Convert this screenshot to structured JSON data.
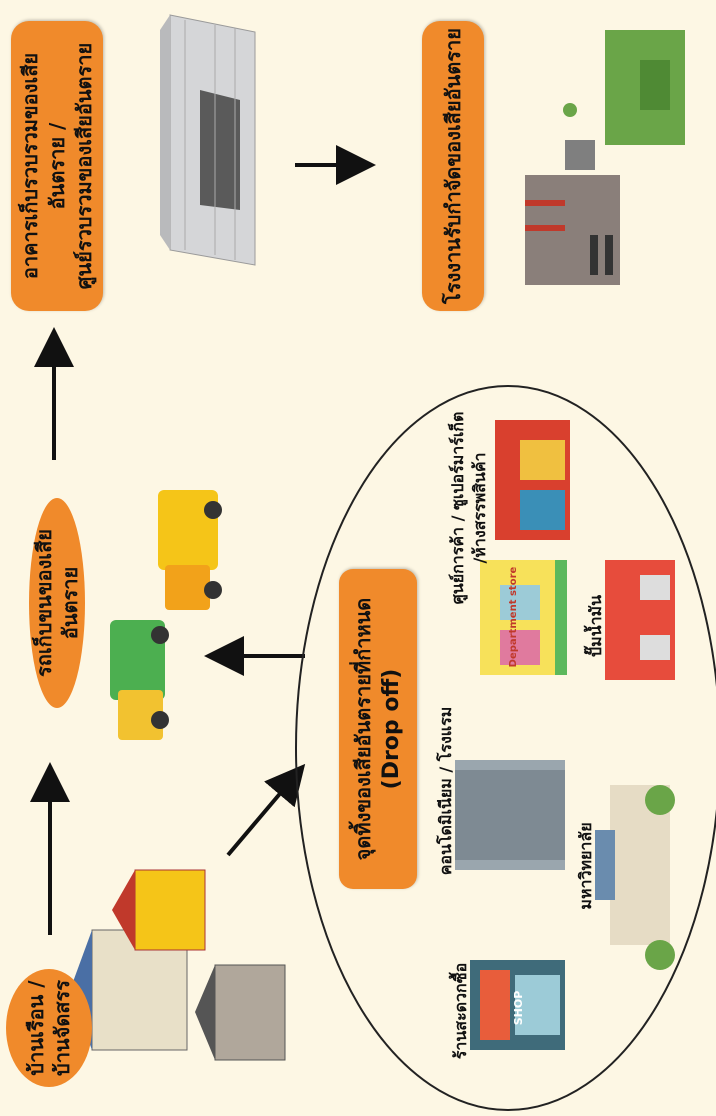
{
  "nodes": {
    "household": {
      "line1": "บ้านเรือน /",
      "line2": "บ้านจัดสรร"
    },
    "collection_truck": "รถเก็บขนของเสียอันตราย",
    "storage_building": {
      "line1": "อาคารเก็บรวบรวมของเสียอันตราย /",
      "line2": "ศูนย์รวบรวมของเสียอันตราย"
    },
    "disposal_plant": "โรงงานรับกำจัดของเสียอันตราย",
    "drop_off": {
      "line1": "จุดทิ้งของเสียอันตรายที่กำหนด",
      "line2": "(Drop off)"
    }
  },
  "drop_off_places": {
    "convenience_store": "ร้านสะดวกซื้อ",
    "condo": "คอนโดมิเนียม / โรงแรม",
    "mall": {
      "line1": "ศูนย์การค้า / ซูเปอร์มาร์เก็ต",
      "line2": "/ห้างสรรพสินค้า"
    },
    "university": "มหาวิทยาลัย",
    "gas_station": "ปั๊มน้ำมัน"
  },
  "illustration_text": {
    "shop_sign": "SHOP",
    "store_sign": "Department store"
  },
  "colors": {
    "background": "#fdf7e4",
    "node_fill": "#f08a2b",
    "arrow": "#111111"
  }
}
